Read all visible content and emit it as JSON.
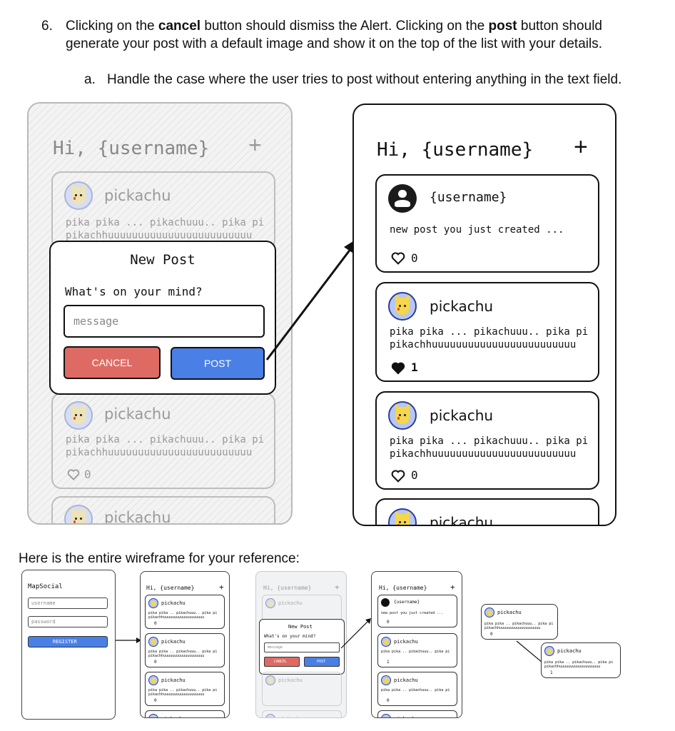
{
  "instructions": {
    "item6_number": "6.",
    "item6_line1_a": "Clicking on the ",
    "item6_line1_b": "cancel",
    "item6_line1_c": " button should dismiss the Alert. Clicking on the ",
    "item6_line1_d": "post",
    "item6_line1_e": " button should",
    "item6_line2": "generate your post with a default image and show it on the top of the list with your details.",
    "item_a_marker": "a.",
    "item_a_text": "Handle the case where the user tries to post without entering anything in the text field."
  },
  "left_screen": {
    "header_title": "Hi, {username}",
    "plus": "+",
    "card1": {
      "name": "pickachu",
      "text_line1": "pika pika ... pikachuuu.. pika pi",
      "text_line2": "pikachhuuuuuuuuuuuuuuuuuuuuuuuu"
    },
    "dialog": {
      "title": "New Post",
      "prompt": "What's on your mind?",
      "placeholder": "message",
      "cancel": "CANCEL",
      "post": "POST"
    },
    "card2": {
      "name": "pickachu",
      "text_line1": "pika pika ... pikachuuu.. pika pi",
      "text_line2": "pikachhuuuuuuuuuuuuuuuuuuuuuuuu",
      "likes": "0"
    },
    "card3": {
      "name": "pickachu"
    }
  },
  "right_screen": {
    "header_title": "Hi, {username}",
    "plus": "+",
    "new_card": {
      "name": "{username}",
      "text": "new post you just created ...",
      "likes": "0"
    },
    "card1": {
      "name": "pickachu",
      "text_line1": "pika pika ... pikachuuu.. pika pi",
      "text_line2": "pikachhuuuuuuuuuuuuuuuuuuuuuuuu",
      "likes": "1"
    },
    "card2": {
      "name": "pickachu",
      "text_line1": "pika pika ... pikachuuu.. pika pi",
      "text_line2": "pikachhuuuuuuuuuuuuuuuuuuuuuuuu",
      "likes": "0"
    },
    "card3": {
      "name": "pickachu"
    }
  },
  "reference_caption": "Here is the entire wireframe for your reference:",
  "mini": {
    "login": {
      "title": "MapSocial",
      "username": "username",
      "password": "password",
      "register": "REGISTER"
    },
    "feed": {
      "header": "Hi, {username}",
      "plus": "+",
      "name": "pickachu",
      "line1": "pika pika .. pikachuuu.. pika pi",
      "line2": "pikachhuuuuuuuuuuuuuuuuuuu",
      "likes": "0"
    },
    "dialog": {
      "header": "Hi, {username}",
      "plus": "+",
      "title": "New Post",
      "prompt": "What's on your mind?",
      "placeholder": "message",
      "cancel": "CANCEL",
      "post": "POST",
      "name": "pickachu"
    },
    "after": {
      "header": "Hi, {username}",
      "plus": "+",
      "user": "{username}",
      "text": "new post you just created ...",
      "likes": "0",
      "likes1": "1",
      "name": "pickachu"
    },
    "detail1": {
      "name": "pickachu",
      "line1": "pika pika .. pikachuuu.. pika pi",
      "line2": "pikachhuuuuuuuuuuuuuuuuuuu",
      "likes": "0"
    },
    "detail2": {
      "name": "pickachu",
      "line1": "pika pika .. pikachuuu.. pika pi",
      "line2": "pikachhuuuuuuuuuuuuuuuuuuu",
      "likes": "1"
    }
  },
  "colors": {
    "cancel": "#de6b63",
    "post": "#4a7fe6",
    "heart_filled": "#111111"
  },
  "icons": [
    "plus-icon",
    "heart-outline-icon",
    "heart-filled-icon",
    "user-avatar-icon",
    "pikachu-avatar-icon",
    "arrow-icon"
  ]
}
